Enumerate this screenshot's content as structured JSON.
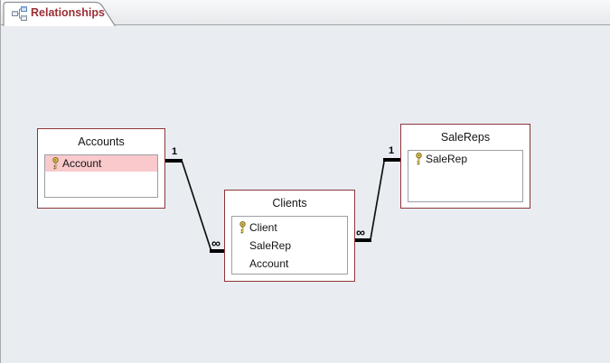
{
  "tab": {
    "title": "Relationships"
  },
  "colors": {
    "accent_maroon": "#9a2f35",
    "table_border": "#8e3639",
    "highlight_pink": "#f9c9cc",
    "canvas_bg": "#e9edf2",
    "relationship_line": "#000000"
  },
  "canvas": {
    "tables": [
      {
        "title": "Accounts",
        "fields": [
          {
            "name": "Account",
            "key": true,
            "highlighted": true
          }
        ]
      },
      {
        "title": "Clients",
        "fields": [
          {
            "name": "Client",
            "key": true,
            "highlighted": false
          },
          {
            "name": "SaleRep",
            "key": false,
            "highlighted": false
          },
          {
            "name": "Account",
            "key": false,
            "highlighted": false
          }
        ]
      },
      {
        "title": "SaleReps",
        "fields": [
          {
            "name": "SaleRep",
            "key": true,
            "highlighted": false
          }
        ]
      }
    ],
    "relationships": [
      {
        "one_side": "Accounts",
        "many_side": "Clients",
        "one_label": "1",
        "many_label": "∞"
      },
      {
        "one_side": "SaleReps",
        "many_side": "Clients",
        "one_label": "1",
        "many_label": "∞"
      }
    ]
  }
}
